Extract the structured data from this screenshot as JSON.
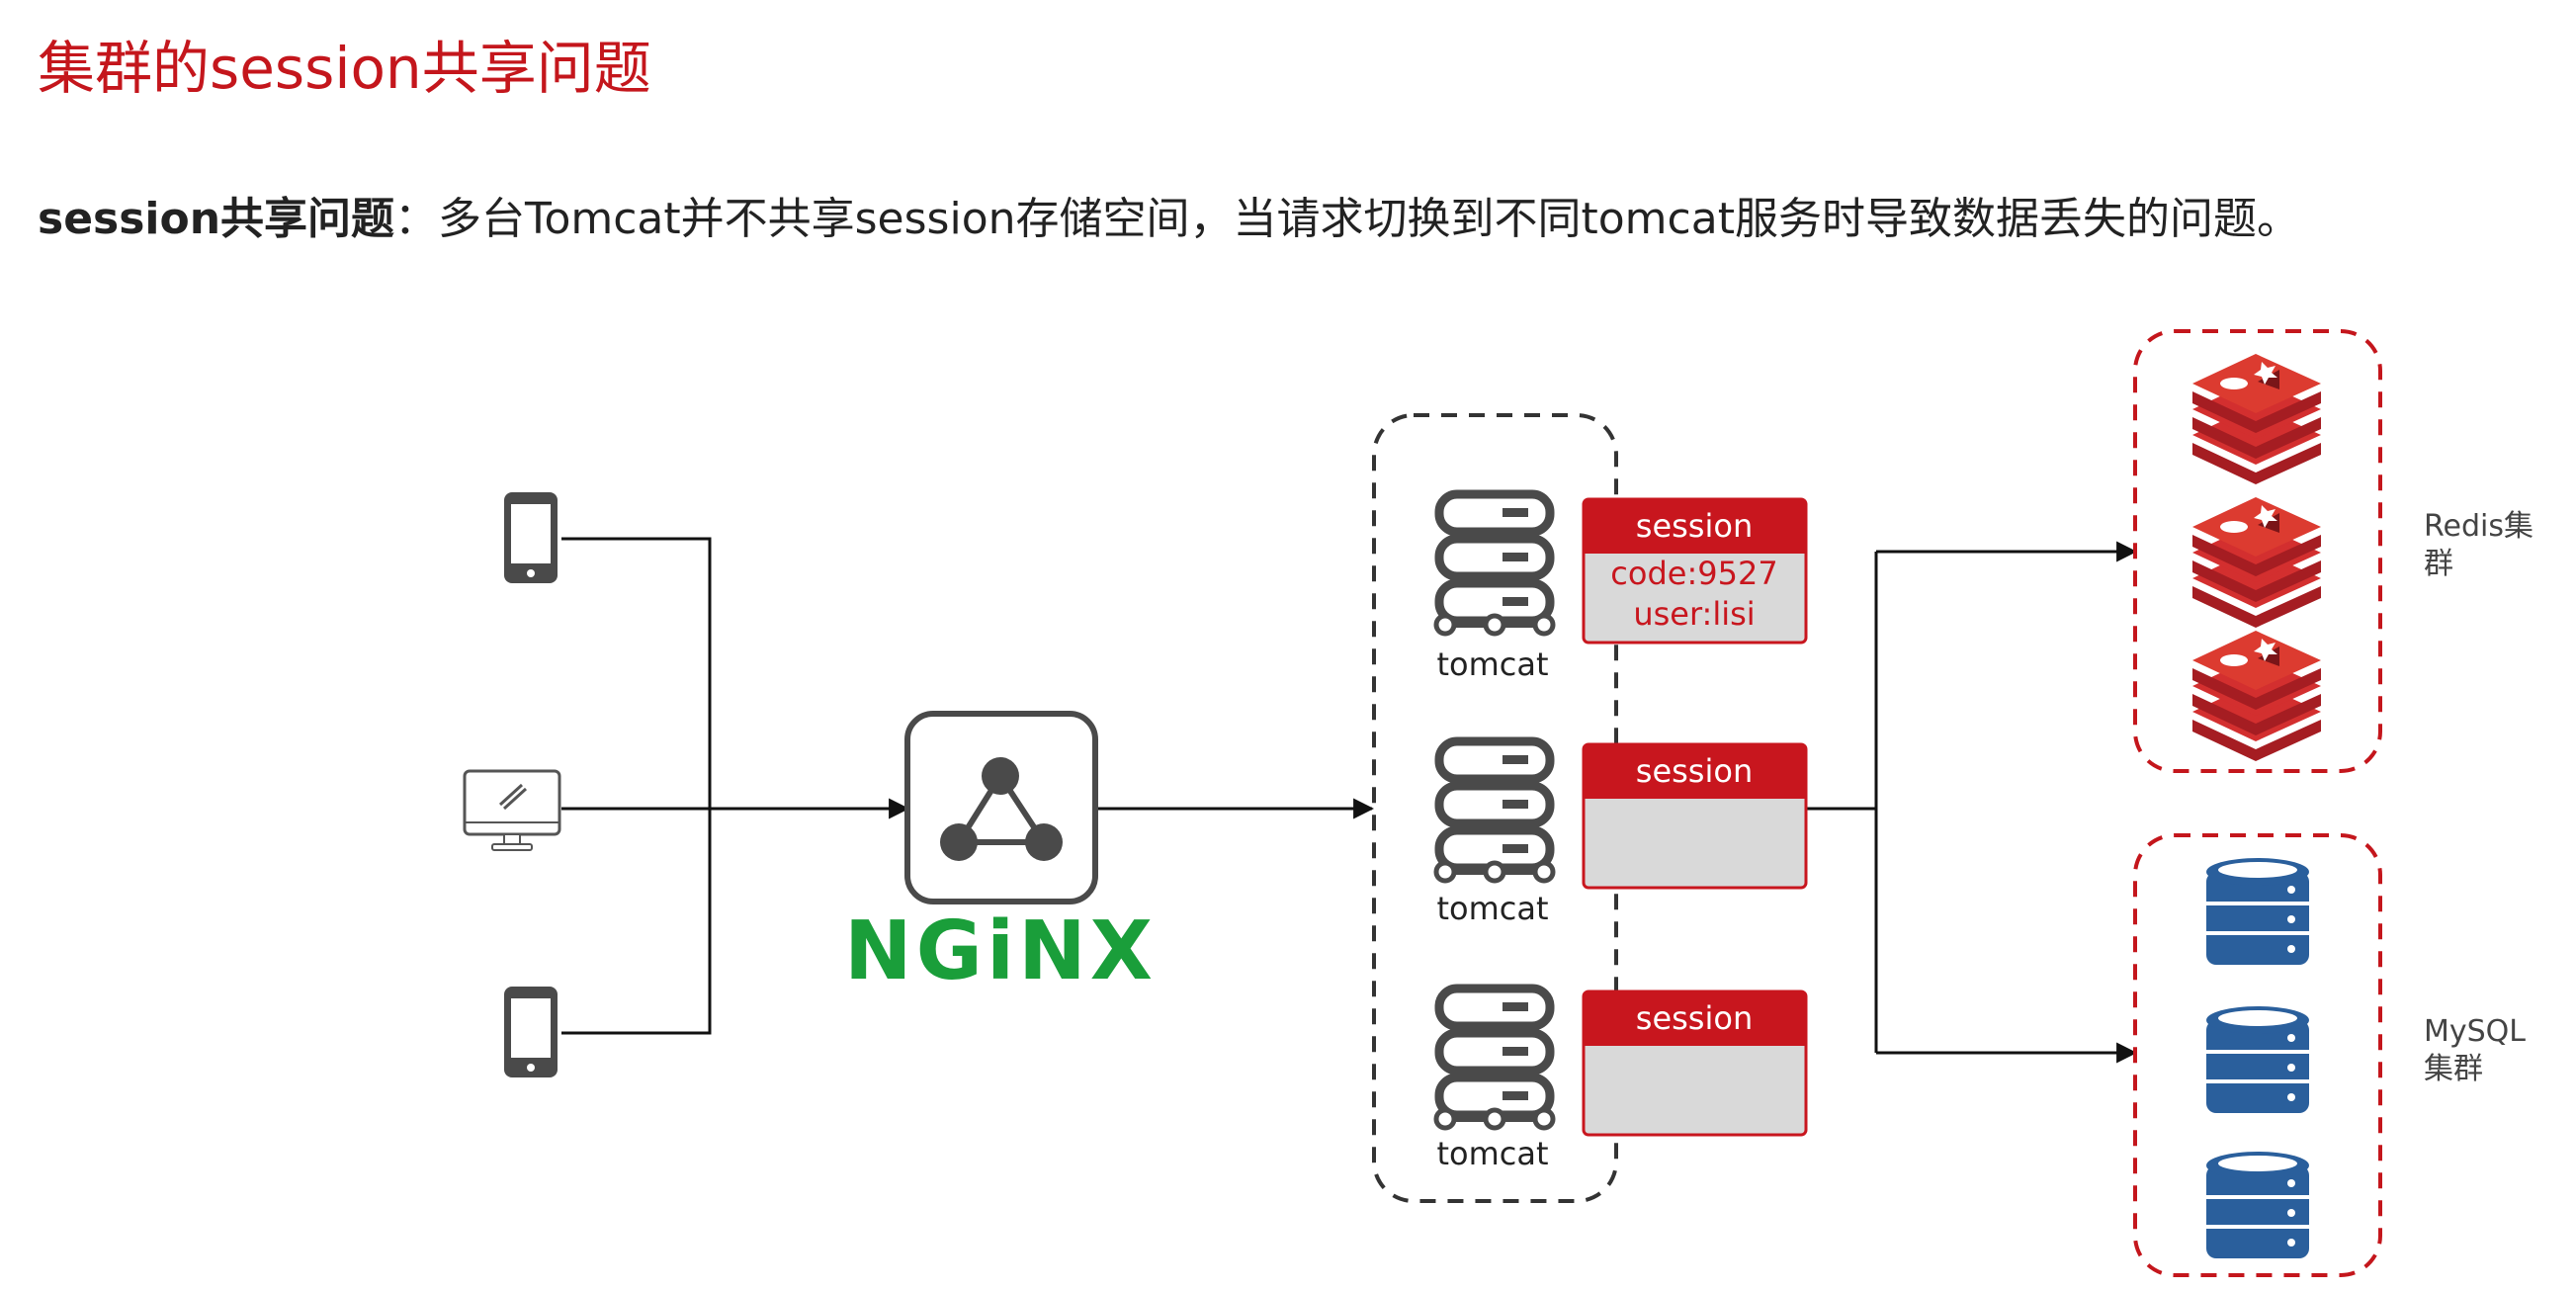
{
  "title": "集群的session共享问题",
  "description": {
    "bold": "session共享问题",
    "sep": "：",
    "text": "多台Tomcat并不共享session存储空间，当请求切换到不同tomcat服务时导致数据丢失的问题。"
  },
  "colors": {
    "title": "#c4161c",
    "session_header": "#c8161e",
    "session_body": "#d9d9d9",
    "nginx_green": "#1a9e3a",
    "redis_red": "#d32f2f",
    "mysql_blue": "#2a5f9c",
    "icon_gray": "#4a4a4a",
    "dash_red": "#c4161c"
  },
  "clients": [
    {
      "icon": "phone-icon"
    },
    {
      "icon": "desktop-icon"
    },
    {
      "icon": "phone-icon"
    }
  ],
  "nginx": {
    "logo_text": "NGiNX",
    "icon": "nginx-triangle-icon"
  },
  "tomcats": [
    {
      "label": "tomcat",
      "session_title": "session",
      "lines": [
        "code:9527",
        "user:lisi"
      ]
    },
    {
      "label": "tomcat",
      "session_title": "session",
      "lines": []
    },
    {
      "label": "tomcat",
      "session_title": "session",
      "lines": []
    }
  ],
  "redis": {
    "label_line1": "Redis集",
    "label_line2": "群",
    "icon": "redis-icon"
  },
  "mysql": {
    "label_line1": "MySQL",
    "label_line2": "集群",
    "icon": "database-icon"
  }
}
